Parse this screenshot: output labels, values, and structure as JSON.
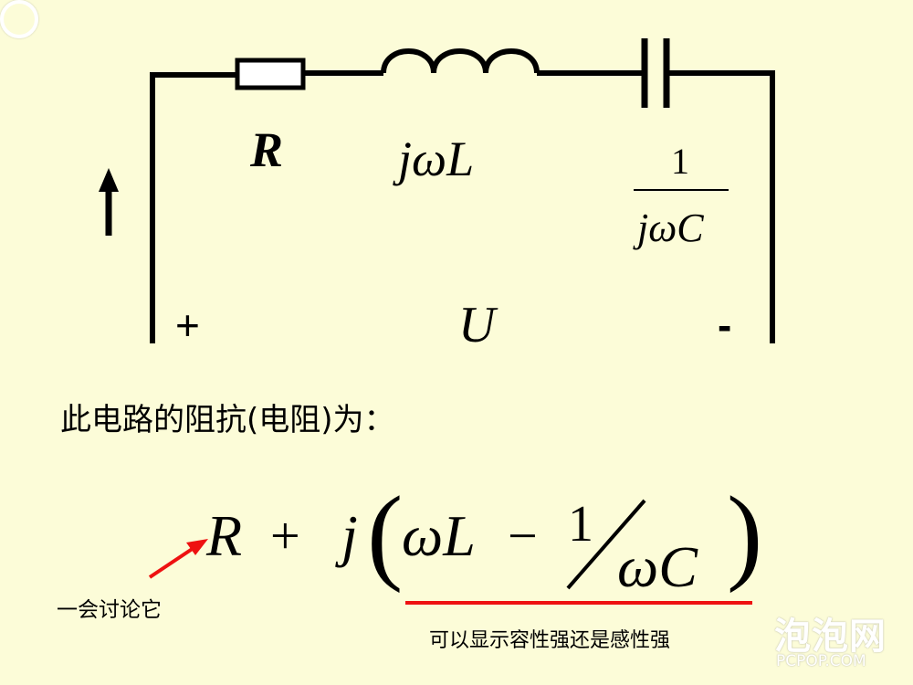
{
  "circuit": {
    "resistor_label": "R",
    "inductor_label": "jωL",
    "capacitor_numerator": "1",
    "capacitor_denominator": "jωC",
    "voltage_label": "U",
    "plus_sign": "+",
    "minus_sign": "-"
  },
  "caption": "此电路的阻抗(电阻)为：",
  "formula": {
    "r": "R",
    "plus": "+",
    "j": "j",
    "open_paren": "(",
    "omega_l": "ωL",
    "minus": "−",
    "one": "1",
    "omega_c": "ωC",
    "close_paren": ")"
  },
  "annotations": {
    "arrow_note": "一会讨论它",
    "underline_note": "可以显示容性强还是感性强"
  },
  "watermark": {
    "brand_cn": "泡泡网",
    "brand_en": "PCPOP.COM"
  },
  "colors": {
    "background": "#fcfcd8",
    "ink": "#000000",
    "accent": "#ee1111"
  }
}
